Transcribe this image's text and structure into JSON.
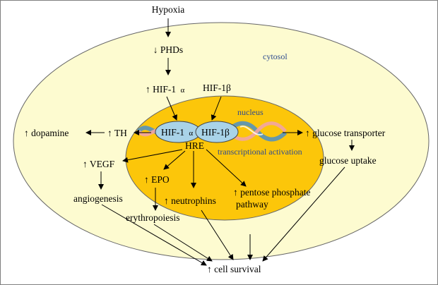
{
  "labels": {
    "hypoxia": "Hypoxia",
    "phds": "↓ PHDs",
    "hif1a_top": "↑ HIF-1",
    "alpha": "α",
    "hif1b_top": "HIF-1β",
    "cytosol": "cytosol",
    "nucleus": "nucleus",
    "hif1a_inner": "HIF-1",
    "hif1b_inner": "HIF-1β",
    "hre": "HRE",
    "transcriptional_activation": "transcriptional activation",
    "dopamine": "↑ dopamine",
    "th": "↑ TH",
    "vegf": "↑ VEGF",
    "epo": "↑ EPO",
    "neutrophins": "↑ neutrophins",
    "pentose_line1": "↑ pentose phosphate",
    "pentose_line2": "pathway",
    "glucose_transporter": "↑ glucose transporter",
    "glucose_uptake": "glucose uptake",
    "angiogenesis": "angiogenesis",
    "erythropoiesis": "erythropoiesis",
    "cell_survival": "↑ cell survival"
  },
  "colors": {
    "cytosol_fill": "#fdfbd0",
    "nucleus_fill": "#fcc60a",
    "hif_fill": "#a9d3e8",
    "dna_blue": "#4b8fc8",
    "dna_pink": "#f1a4a4",
    "label_blue": "#2e4b8f"
  }
}
